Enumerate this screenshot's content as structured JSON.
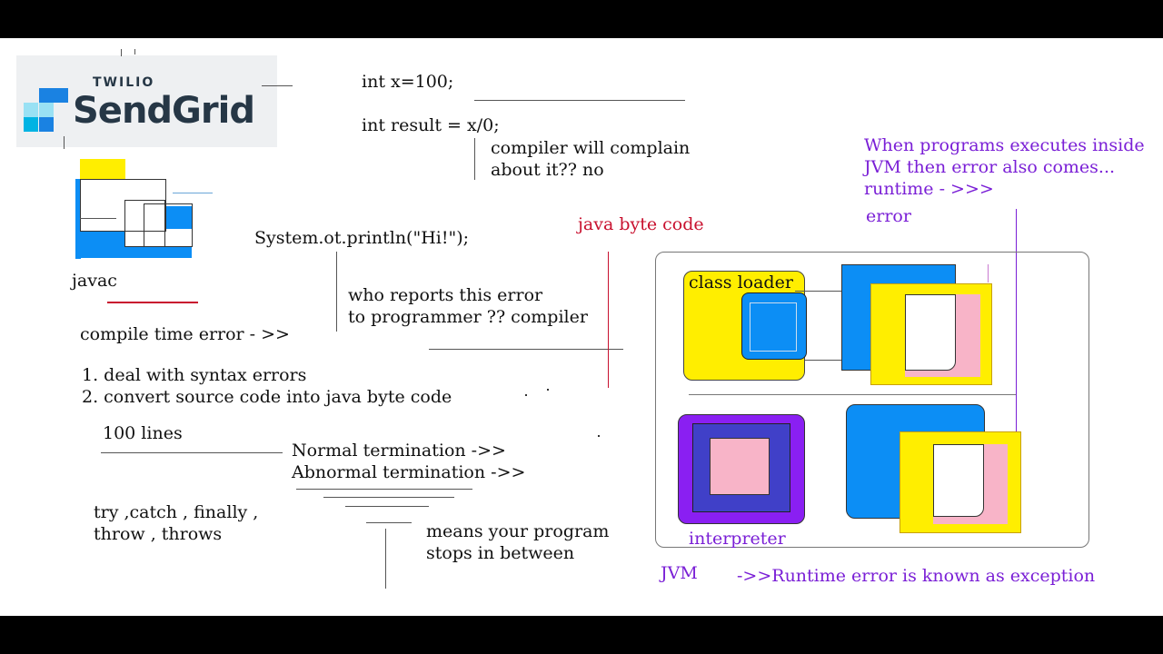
{
  "logo": {
    "top_text": "TWILIO",
    "brand_text": "SendGrid",
    "icon": "sendgrid-cube-icon"
  },
  "code": {
    "line1": "int x=100;",
    "line2": "int result = x/0;",
    "line3": "System.ot.println(\"Hi!\");"
  },
  "notes": {
    "compiler_q1": "compiler will complain",
    "compiler_q2": "about it?? no",
    "who_reports1": "who reports this error",
    "who_reports2": "to programmer ?? compiler",
    "javac": "javac",
    "compile_time_error": "compile time error  - >>",
    "list_item1": "1. deal with syntax errors",
    "list_item2": "2. convert source code into java byte code",
    "hundred_lines": "100 lines",
    "normal_termination": "Normal termination ->>",
    "abnormal_termination": "Abnormal termination ->>",
    "try_catch1": "try ,catch , finally ,",
    "try_catch2": "throw , throws",
    "means1": "means your program",
    "means2": "stops in between",
    "java_byte_code": "java byte code"
  },
  "runtime": {
    "line1": "When programs executes inside",
    "line2": "JVM then error also comes...",
    "line3": "runtime - >>>",
    "line4": "error",
    "exception": "->>Runtime error is known as exception"
  },
  "jvm": {
    "class_loader": "class loader",
    "interpreter": "interpreter",
    "jvm_label": "JVM"
  },
  "colors": {
    "yellow": "#ffee00",
    "blue": "#0c8ef5",
    "pink": "#f8b4c8",
    "purple": "#7a1fd6",
    "indigo": "#4040c8",
    "red": "#c8102e"
  }
}
